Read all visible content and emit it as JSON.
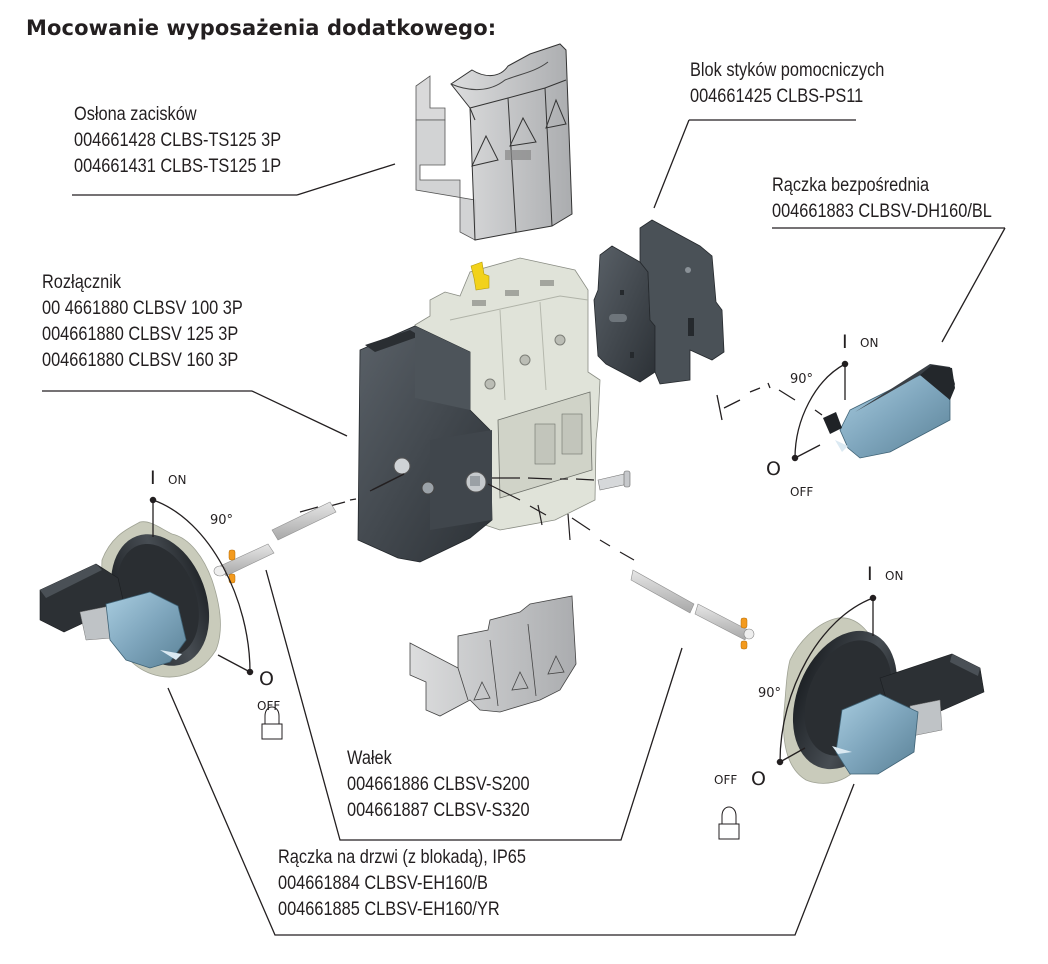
{
  "title": "Mocowanie wyposażenia dodatkowego:",
  "labels": {
    "terminal_cover": {
      "name": "Osłona zacisków",
      "items": [
        "004661428 CLBS-TS125 3P",
        "004661431 CLBS-TS125 1P"
      ]
    },
    "aux_contact_block": {
      "name": "Blok styków pomocniczych",
      "items": [
        "004661425 CLBS-PS11"
      ]
    },
    "direct_handle": {
      "name": "Rączka bezpośrednia",
      "items": [
        "004661883 CLBSV-DH160/BL"
      ]
    },
    "switch_disconnector": {
      "name": "Rozłącznik",
      "items": [
        "00 4661880 CLBSV 100 3P",
        "004661880 CLBSV 125 3P",
        "004661880 CLBSV 160 3P"
      ]
    },
    "shaft": {
      "name": "Wałek",
      "items": [
        "004661886 CLBSV-S200",
        "004661887 CLBSV-S320"
      ]
    },
    "door_handle": {
      "name": "Rączka na drzwi (z blokadą), IP65",
      "items": [
        "004661884 CLBSV-EH160/B",
        "004661885 CLBSV-EH160/YR"
      ]
    }
  },
  "positions": {
    "on_symbol": "I",
    "on_text": "ON",
    "off_symbol": "O",
    "off_text": "OFF",
    "angle": "90°"
  },
  "icons": {
    "padlock": "padlock-icon"
  },
  "colors": {
    "text": "#231f20",
    "housing_dark": "#3d4349",
    "housing_light": "#dfe2d8",
    "handle_blue": "#7fa6bd",
    "latch_yellow": "#f2d21b",
    "pin_orange": "#f39a1e",
    "shaft_grey": "#c9c9c9",
    "gasket": "#c9cbbb"
  }
}
